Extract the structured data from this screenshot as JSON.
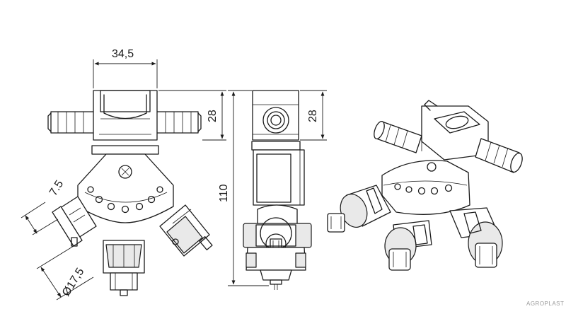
{
  "dimensions": {
    "top_width": "34,5",
    "front_height": "28",
    "side_height": "28",
    "total_height": "110",
    "inlet_offset": "7.5",
    "outlet_diameter": "Ø17,5"
  },
  "brand": "AGROPLAST",
  "colors": {
    "line": "#1a1a1a",
    "background": "#ffffff",
    "brand_text": "#9a9a9a"
  }
}
